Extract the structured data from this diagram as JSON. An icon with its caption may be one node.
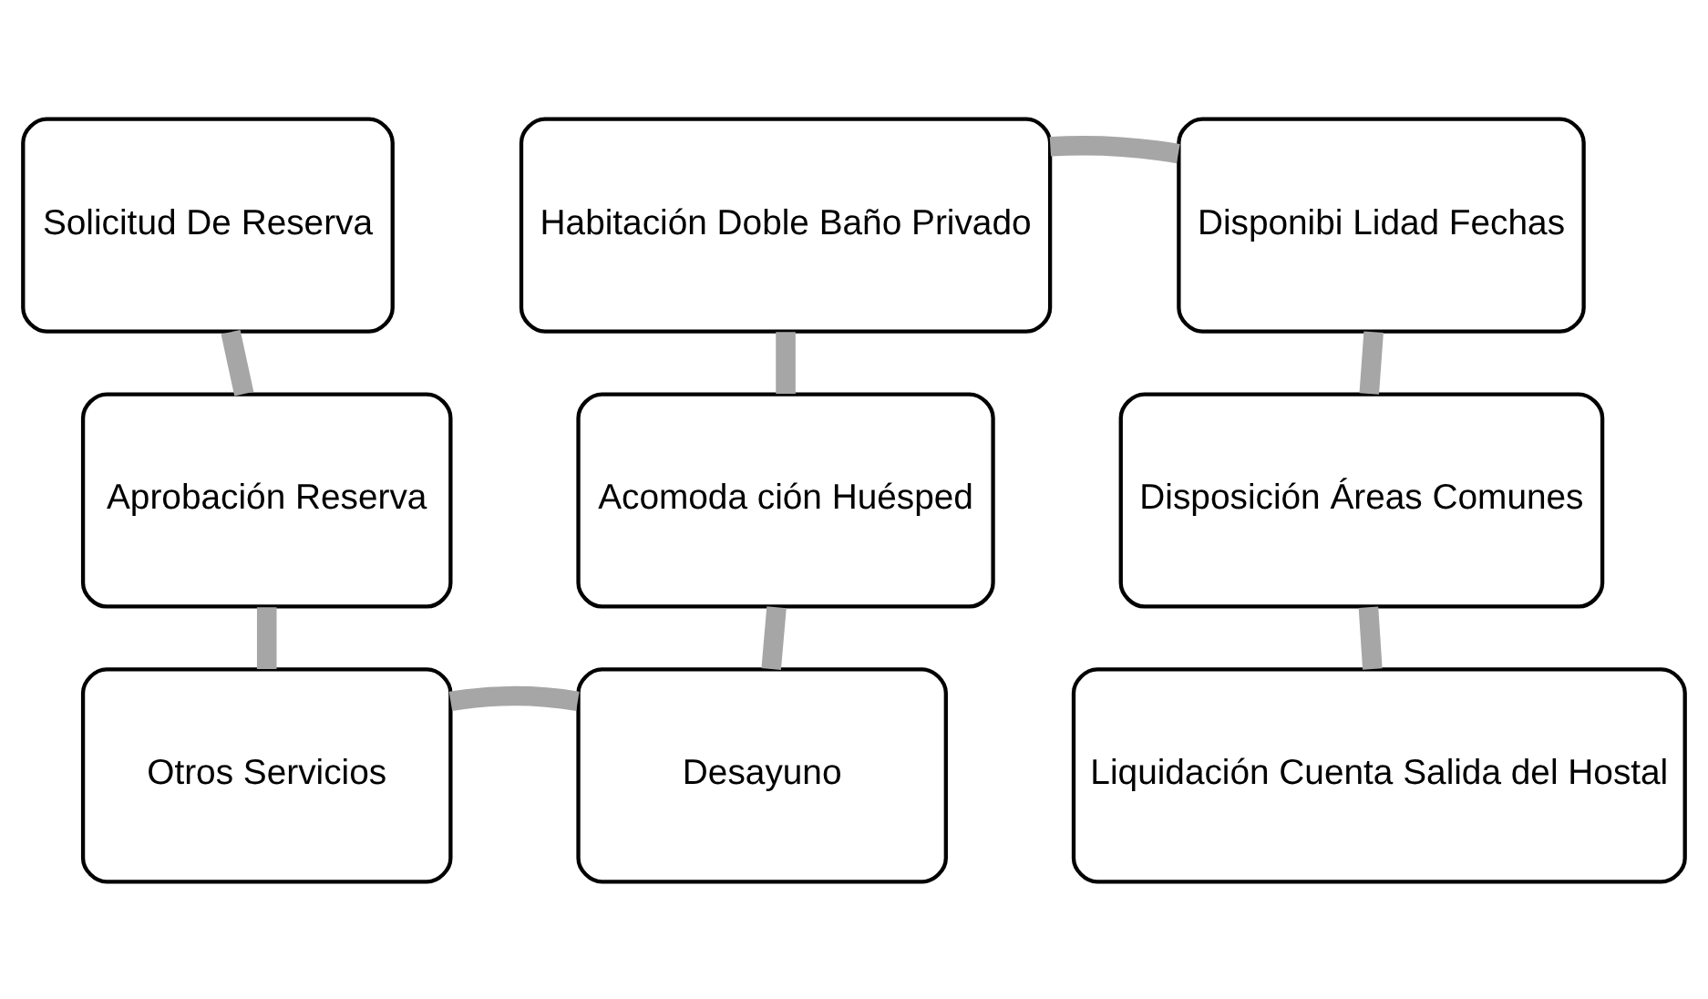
{
  "diagram": {
    "nodes": [
      {
        "text": [
          "Solicitud De Reserva"
        ]
      },
      {
        "text": [
          "Aprobación Reserva"
        ]
      },
      {
        "text": [
          "Otros Servicios"
        ]
      },
      {
        "text": [
          "Desayuno"
        ]
      },
      {
        "text": [
          "Acomoda ción Huésped"
        ]
      },
      {
        "text": [
          "Habitación Doble Baño Privado"
        ]
      },
      {
        "text": [
          "Disponibi Lidad Fechas"
        ]
      },
      {
        "text": [
          "Disposición Áreas Comunes"
        ]
      },
      {
        "text": [
          "Liquidación Cuenta Salida del Hostal"
        ]
      }
    ],
    "edges": [
      {
        "from": 0,
        "to": 1,
        "arrow": "none"
      },
      {
        "from": 1,
        "to": 2,
        "arrow": "none"
      },
      {
        "from": 2,
        "to": 3,
        "arrow": "none"
      },
      {
        "from": 4,
        "to": 3,
        "arrow": "none"
      },
      {
        "from": 5,
        "to": 4,
        "arrow": "none"
      },
      {
        "from": 5,
        "to": 6,
        "arrow": "none"
      },
      {
        "from": 6,
        "to": 7,
        "arrow": "none"
      },
      {
        "from": 7,
        "to": 8,
        "arrow": "none"
      }
    ]
  }
}
